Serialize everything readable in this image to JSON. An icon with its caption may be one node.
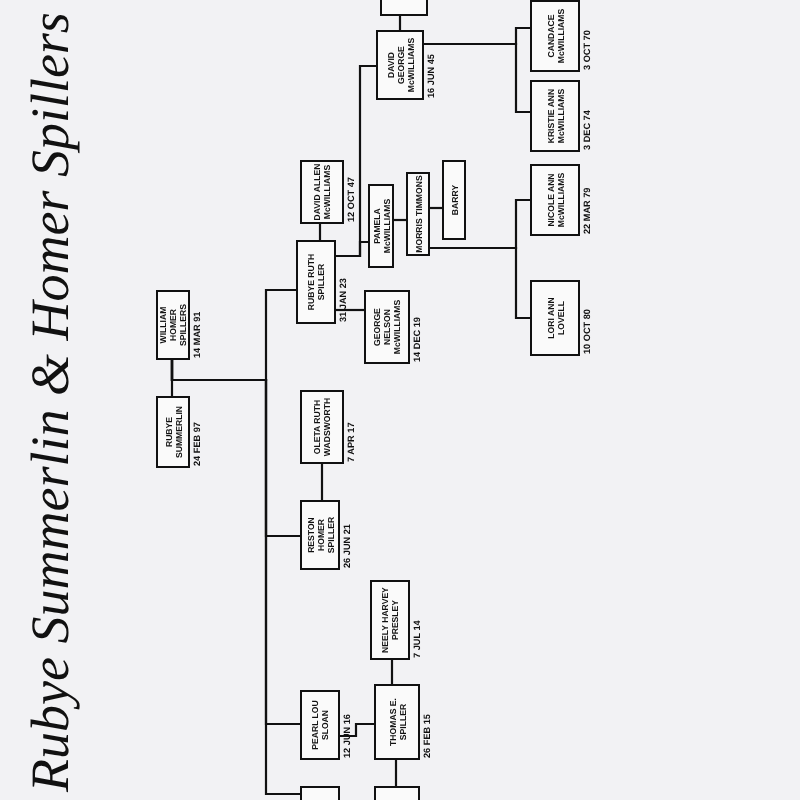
{
  "diagram": {
    "title": "Rubye Summerlin & Homer Spillers",
    "nodes": [
      {
        "text": [
          "WILLIAM HOMER SPILLERS"
        ],
        "beside": [
          "14 MAR 91"
        ]
      },
      {
        "text": [
          "RUBYE SUMMERLIN"
        ],
        "beside": [
          "24 FEB 97"
        ]
      },
      {
        "text": [
          "RUBYE RUTH SPILLER"
        ],
        "beside": [
          "31 JAN 23"
        ]
      },
      {
        "text": [
          "GEORGE NELSON McWILLIAMS"
        ],
        "beside": [
          "14 DEC 19"
        ]
      },
      {
        "text": [
          "OLETA RUTH WADSWORTH"
        ],
        "beside": [
          "7 APR 17"
        ]
      },
      {
        "text": [
          "RESTON HOMER SPILLER"
        ],
        "beside": [
          "26 JUN 21"
        ]
      },
      {
        "text": [
          "NEELY HARVEY PRESLEY"
        ],
        "beside": [
          "7 JUL 14"
        ]
      },
      {
        "text": [
          "PEARL LOU SLOAN"
        ],
        "beside": [
          "12 JUN 16"
        ]
      },
      {
        "text": [
          "THOMAS E. SPILLER"
        ],
        "beside": [
          "26 FEB 15"
        ]
      },
      {
        "text": [],
        "shape": "box"
      },
      {
        "text": [],
        "shape": "box"
      },
      {
        "text": [
          "DAVID ALLEN McWILLIAMS"
        ],
        "beside": [
          "12 OCT 47"
        ]
      },
      {
        "text": [
          "DAVID GEORGE McWILLIAMS"
        ],
        "beside": [
          "16 JUN 45"
        ]
      },
      {
        "text": [],
        "shape": "box"
      },
      {
        "text": [
          "PAMELA McWILLIAMS"
        ]
      },
      {
        "text": [
          "MORRIS TIMMONS"
        ]
      },
      {
        "text": [
          "BARRY"
        ]
      },
      {
        "text": [
          "CANDACE McWILLIAMS"
        ],
        "beside": [
          "3 OCT 70"
        ]
      },
      {
        "text": [
          "KRISTIE ANN McWILLIAMS"
        ],
        "beside": [
          "3 DEC 74"
        ]
      },
      {
        "text": [
          "NICOLE ANN McWILLIAMS"
        ],
        "beside": [
          "22 MAR 79"
        ]
      },
      {
        "text": [
          "LORI ANN LOVELL"
        ],
        "beside": [
          "10 OCT 80"
        ]
      }
    ],
    "edges": [
      {
        "from": 0,
        "to": 1,
        "arrow": "none"
      },
      {
        "from": 0,
        "to": 2,
        "arrow": "none"
      },
      {
        "from": 0,
        "to": 5,
        "arrow": "none"
      },
      {
        "from": 0,
        "to": 7,
        "arrow": "none"
      },
      {
        "from": 0,
        "to": 9,
        "arrow": "none"
      },
      {
        "from": 2,
        "to": 3,
        "arrow": "none"
      },
      {
        "from": 4,
        "to": 5,
        "arrow": "none"
      },
      {
        "from": 7,
        "to": 8,
        "arrow": "none"
      },
      {
        "from": 6,
        "to": 8,
        "arrow": "none"
      },
      {
        "from": 8,
        "to": 10,
        "arrow": "none"
      },
      {
        "from": 11,
        "to": 2,
        "arrow": "none"
      },
      {
        "from": 2,
        "to": 12,
        "arrow": "none"
      },
      {
        "from": 2,
        "to": 14,
        "arrow": "none"
      },
      {
        "from": 12,
        "to": 13,
        "arrow": "none"
      },
      {
        "from": 14,
        "to": 15,
        "arrow": "none"
      },
      {
        "from": 15,
        "to": 16,
        "arrow": "none"
      },
      {
        "from": 12,
        "to": 17,
        "arrow": "none"
      },
      {
        "from": 12,
        "to": 18,
        "arrow": "none"
      },
      {
        "from": 15,
        "to": 19,
        "arrow": "none"
      },
      {
        "from": 15,
        "to": 20,
        "arrow": "none"
      }
    ]
  }
}
